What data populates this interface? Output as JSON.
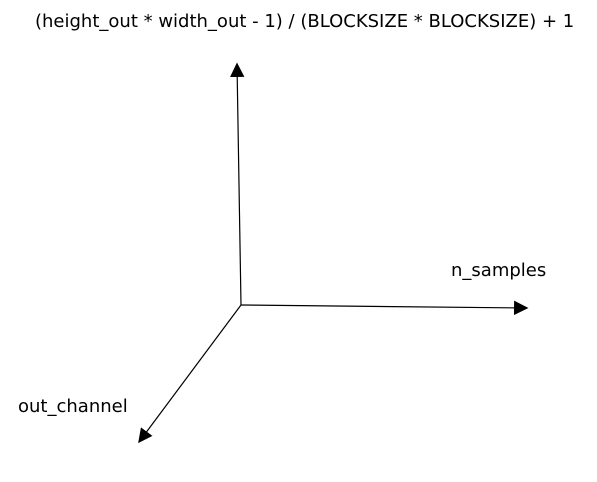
{
  "diagram": {
    "formula_label": "(height_out * width_out - 1) / (BLOCKSIZE * BLOCKSIZE) + 1",
    "x_axis_label": "n_samples",
    "z_axis_label": "out_channel",
    "stroke_color": "#000000",
    "background_color": "#ffffff"
  }
}
